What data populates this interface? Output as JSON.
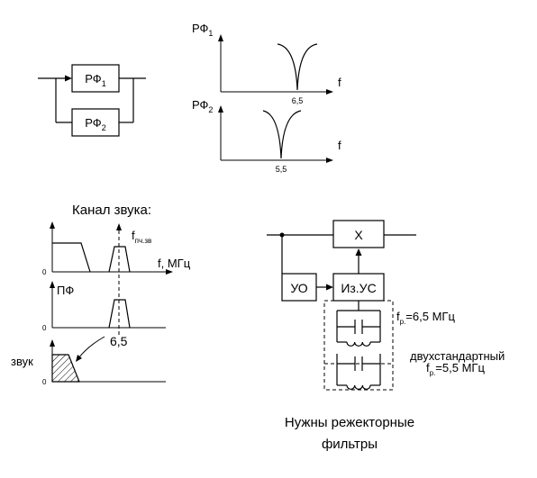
{
  "block_diagram": {
    "filter1": {
      "main": "РФ",
      "sub": "1"
    },
    "filter2": {
      "main": "РФ",
      "sub": "2"
    }
  },
  "rf1_graph": {
    "ylabel_main": "РФ",
    "ylabel_sub": "1",
    "xlabel": "f",
    "notch_label": "6,5"
  },
  "rf2_graph": {
    "ylabel_main": "РФ",
    "ylabel_sub": "2",
    "xlabel": "f",
    "notch_label": "5,5"
  },
  "sound_channel": {
    "title": "Канал звука:",
    "top_plot": {
      "zero": "0",
      "fpch_main": "f",
      "fpch_sub": "пч.зв",
      "xlabel": "f, МГц"
    },
    "mid_plot": {
      "zero": "0",
      "ylabel": "ПФ",
      "freq_label": "6,5"
    },
    "bottom_plot": {
      "zero": "0",
      "sound_label": "звук"
    }
  },
  "circuit": {
    "x_block": "Х",
    "uo_block": "УО",
    "izus_block": "Из.УС",
    "fr1_main": "f",
    "fr1_sub": "р.",
    "fr1_value": "=6,5 МГц",
    "dual_label": "двухстандартный",
    "fr2_main": "f",
    "fr2_sub": "р.",
    "fr2_value": "=5,5 МГц",
    "caption_line1": "Нужны режекторные",
    "caption_line2": "фильтры"
  }
}
